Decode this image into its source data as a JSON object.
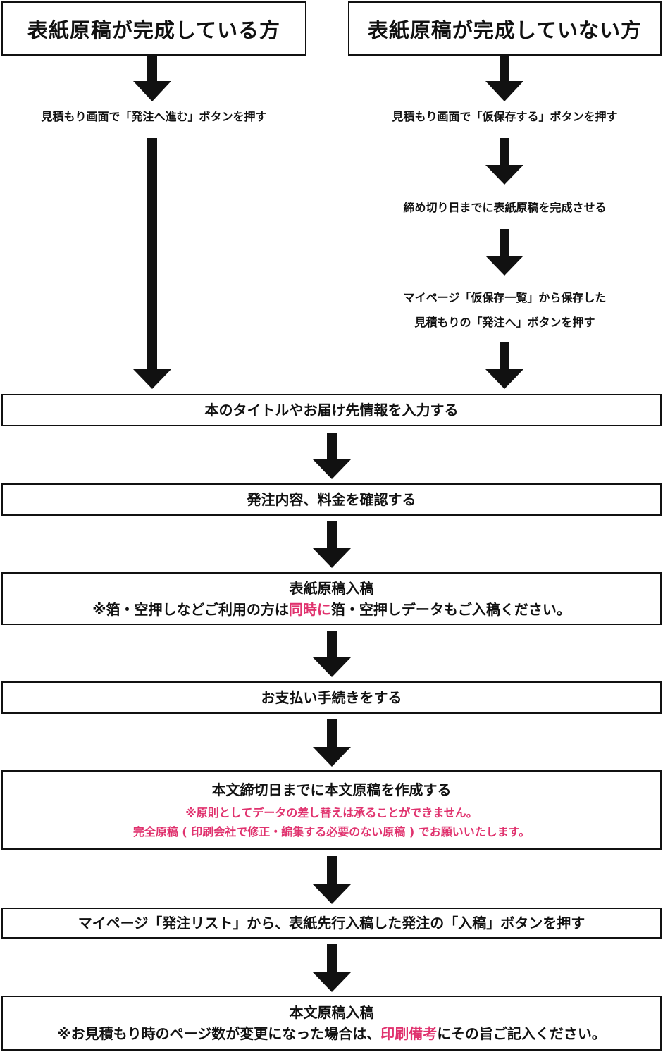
{
  "colors": {
    "ink": "#111111",
    "accent": "#e0326e",
    "background": "#ffffff"
  },
  "left_header": "表紙原稿が完成している方",
  "right_header": "表紙原稿が完成していない方",
  "left_steps": [
    "見積もり画面で「発注へ進む」ボタンを押す"
  ],
  "right_steps": [
    "見積もり画面で「仮保存する」ボタンを押す",
    "締め切り日までに表紙原稿を完成させる",
    "マイページ「仮保存一覧」から保存した",
    "見積もりの「発注へ」ボタンを押す"
  ],
  "steps": {
    "input": "本のタイトルやお届け先情報を入力する",
    "confirm": "発注内容、料金を確認する",
    "cover": {
      "title": "表紙原稿入稿",
      "note_pre": "※箔・空押しなどご利用の方は",
      "note_highlight": "同時に",
      "note_post": "箔・空押しデータもご入稿ください。"
    },
    "payment": "お支払い手続きをする",
    "body_prep": {
      "title": "本文締切日までに本文原稿を作成する",
      "note1": "※原則としてデータの差し替えは承ることができません。",
      "note2": "完全原稿 ( 印刷会社で修正・編集する必要のない原稿 ) でお願いいたします。"
    },
    "mypage": "マイページ「発注リスト」から、表紙先行入稿した発注の「入稿」ボタンを押す",
    "body_submit": {
      "title": "本文原稿入稿",
      "note_pre": "※お見積もり時のページ数が変更になった場合は、",
      "note_highlight": "印刷備考",
      "note_post": "にその旨ご記入ください。"
    }
  }
}
